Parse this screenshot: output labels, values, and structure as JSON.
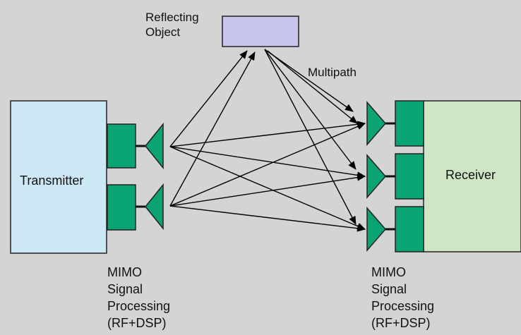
{
  "labels": {
    "reflecting_object": [
      "Reflecting",
      "Object"
    ],
    "multipath": "Multipath",
    "transmitter": "Transmitter",
    "receiver": "Receiver",
    "tx_processing": [
      "MIMO",
      "Signal",
      "Processing",
      "(RF+DSP)"
    ],
    "rx_processing": [
      "MIMO",
      "Signal",
      "Processing",
      "(RF+DSP)"
    ]
  },
  "colors": {
    "background": "#d4d4d4",
    "transmitter_fill": "#cce8f4",
    "receiver_fill": "#cfe6c4",
    "antenna_fill": "#0aa374",
    "reflector_fill": "#c8c6ee",
    "arrow": "#000000"
  }
}
